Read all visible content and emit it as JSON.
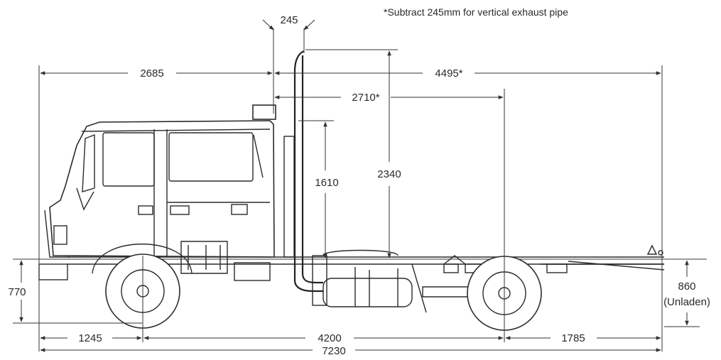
{
  "note": "*Subtract 245mm for vertical exhaust pipe",
  "dimensions": {
    "exhaust_offset": "245",
    "front_to_cab_back": "2685",
    "cab_back_to_rear": "4495*",
    "cab_back_to_rear_axle": "2710*",
    "frame_height": "1610",
    "exhaust_height": "2340",
    "front_height": "770",
    "rear_frame_height": "860",
    "rear_frame_height_note": "(Unladen)",
    "front_overhang": "1245",
    "wheelbase": "4200",
    "rear_overhang": "1785",
    "overall_length": "7230"
  }
}
